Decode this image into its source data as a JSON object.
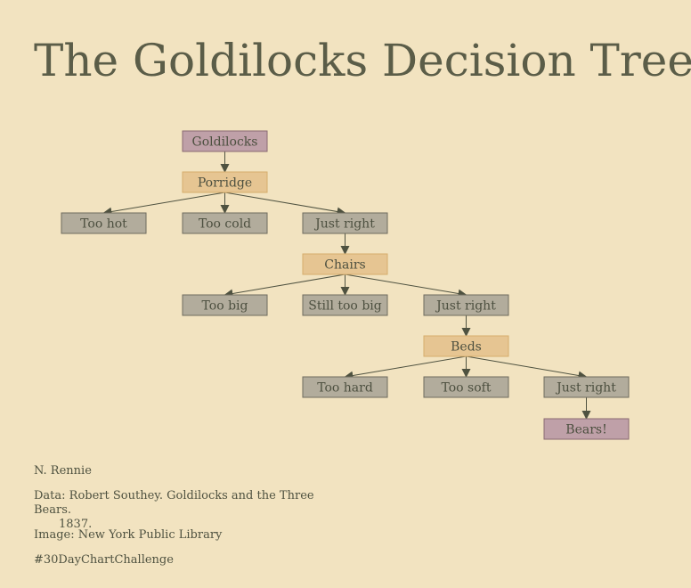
{
  "title": "The Goldilocks Decision Tree",
  "colors": {
    "start_end": "#BFA0A8",
    "start_end_border": "#8a6a72",
    "decision": "#E6C592",
    "decision_border": "#d6ad6c",
    "outcome": "#B2AC9C",
    "outcome_border": "#6f6b5e",
    "edge": "#4f5240",
    "background": "#F2E3C0"
  },
  "tree": {
    "nodes": [
      {
        "id": "goldilocks",
        "label": "Goldilocks",
        "kind": "start_end"
      },
      {
        "id": "porridge",
        "label": "Porridge",
        "kind": "decision"
      },
      {
        "id": "porridge_hot",
        "label": "Too hot",
        "kind": "outcome"
      },
      {
        "id": "porridge_cold",
        "label": "Too cold",
        "kind": "outcome"
      },
      {
        "id": "porridge_right",
        "label": "Just right",
        "kind": "outcome"
      },
      {
        "id": "chairs",
        "label": "Chairs",
        "kind": "decision"
      },
      {
        "id": "chairs_big",
        "label": "Too big",
        "kind": "outcome"
      },
      {
        "id": "chairs_still_big",
        "label": "Still too big",
        "kind": "outcome"
      },
      {
        "id": "chairs_right",
        "label": "Just right",
        "kind": "outcome"
      },
      {
        "id": "beds",
        "label": "Beds",
        "kind": "decision"
      },
      {
        "id": "beds_hard",
        "label": "Too hard",
        "kind": "outcome"
      },
      {
        "id": "beds_soft",
        "label": "Too soft",
        "kind": "outcome"
      },
      {
        "id": "beds_right",
        "label": "Just right",
        "kind": "outcome"
      },
      {
        "id": "bears",
        "label": "Bears!",
        "kind": "start_end"
      }
    ],
    "edges": [
      [
        "goldilocks",
        "porridge"
      ],
      [
        "porridge",
        "porridge_hot"
      ],
      [
        "porridge",
        "porridge_cold"
      ],
      [
        "porridge",
        "porridge_right"
      ],
      [
        "porridge_right",
        "chairs"
      ],
      [
        "chairs",
        "chairs_big"
      ],
      [
        "chairs",
        "chairs_still_big"
      ],
      [
        "chairs",
        "chairs_right"
      ],
      [
        "chairs_right",
        "beds"
      ],
      [
        "beds",
        "beds_hard"
      ],
      [
        "beds",
        "beds_soft"
      ],
      [
        "beds",
        "beds_right"
      ],
      [
        "beds_right",
        "bears"
      ]
    ]
  },
  "footer": {
    "author": "N. Rennie",
    "data_line1": "Data: Robert Southey. Goldilocks and the Three Bears.",
    "data_line2": "1837.",
    "image": "Image: New York Public Library",
    "tag": "#30DayChartChallenge"
  }
}
